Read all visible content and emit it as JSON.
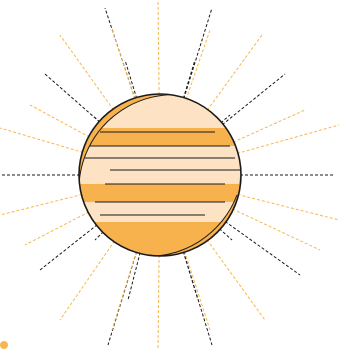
{
  "illustration": {
    "subject": "sun-icon",
    "ray_count_black": 16,
    "ray_count_orange": 16,
    "band_count": 7
  },
  "colors": {
    "background": "#ffffff",
    "outline": "#1a1a1a",
    "ray_black": "#1a1a1a",
    "ray_orange": "#f6b84c",
    "band_light": "#fde3c3",
    "band_dark": "#f7b24e",
    "crescent": "#f7b24e",
    "corner_dot": "#f6b84c"
  }
}
